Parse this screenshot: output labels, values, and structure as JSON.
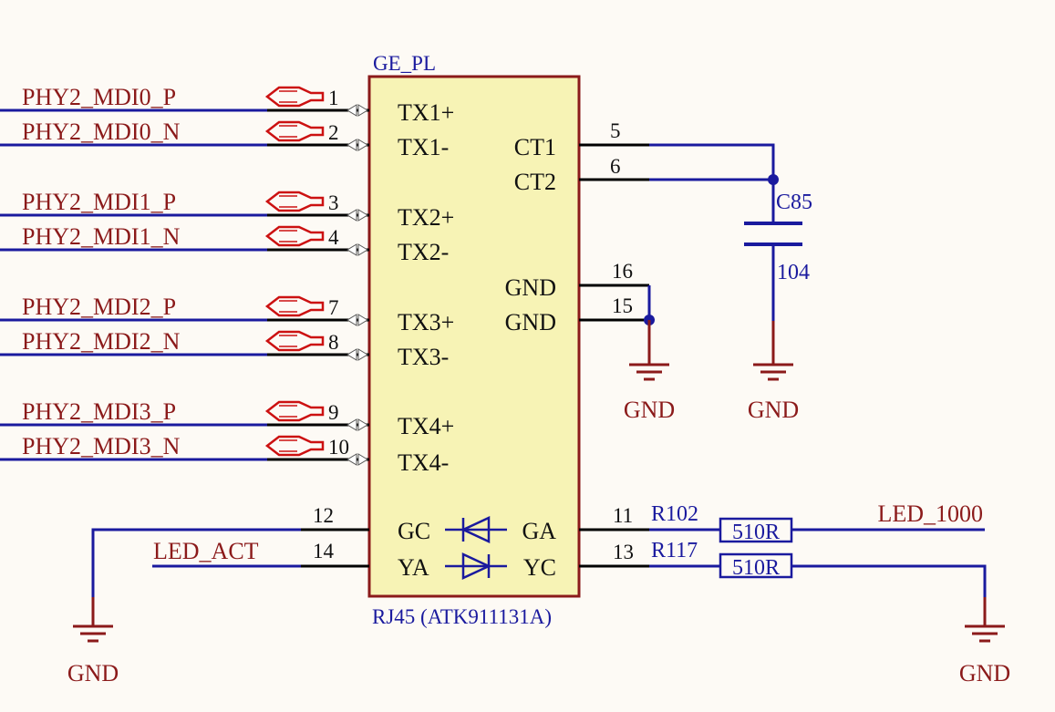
{
  "component": {
    "designator": "GE_PL",
    "value": "RJ45 (ATK911131A)",
    "pins_left": [
      {
        "num": "1",
        "name": "TX1+"
      },
      {
        "num": "2",
        "name": "TX1-"
      },
      {
        "num": "3",
        "name": "TX2+"
      },
      {
        "num": "4",
        "name": "TX2-"
      },
      {
        "num": "7",
        "name": "TX3+"
      },
      {
        "num": "8",
        "name": "TX3-"
      },
      {
        "num": "9",
        "name": "TX4+"
      },
      {
        "num": "10",
        "name": "TX4-"
      },
      {
        "num": "12",
        "name": "GC"
      },
      {
        "num": "14",
        "name": "YA"
      }
    ],
    "pins_right": [
      {
        "num": "5",
        "name": "CT1"
      },
      {
        "num": "6",
        "name": "CT2"
      },
      {
        "num": "16",
        "name": "GND"
      },
      {
        "num": "15",
        "name": "GND"
      },
      {
        "num": "11",
        "name": "GA"
      },
      {
        "num": "13",
        "name": "YC"
      }
    ]
  },
  "ports": [
    "PHY2_MDI0_P",
    "PHY2_MDI0_N",
    "PHY2_MDI1_P",
    "PHY2_MDI1_N",
    "PHY2_MDI2_P",
    "PHY2_MDI2_N",
    "PHY2_MDI3_P",
    "PHY2_MDI3_N"
  ],
  "net_labels": {
    "led_act": "LED_ACT",
    "led_1000": "LED_1000"
  },
  "capacitor": {
    "designator": "C85",
    "value": "104"
  },
  "resistors": [
    {
      "designator": "R102",
      "value": "510R"
    },
    {
      "designator": "R117",
      "value": "510R"
    }
  ],
  "power_label": "GND",
  "colors": {
    "wire": "#1a1a9e",
    "body_fill": "#f7f3b5",
    "body_stroke": "#8b1a1a",
    "text_red": "#8b1a1a",
    "text_blue": "#1a1a9e",
    "port_stroke": "#cc1111"
  }
}
